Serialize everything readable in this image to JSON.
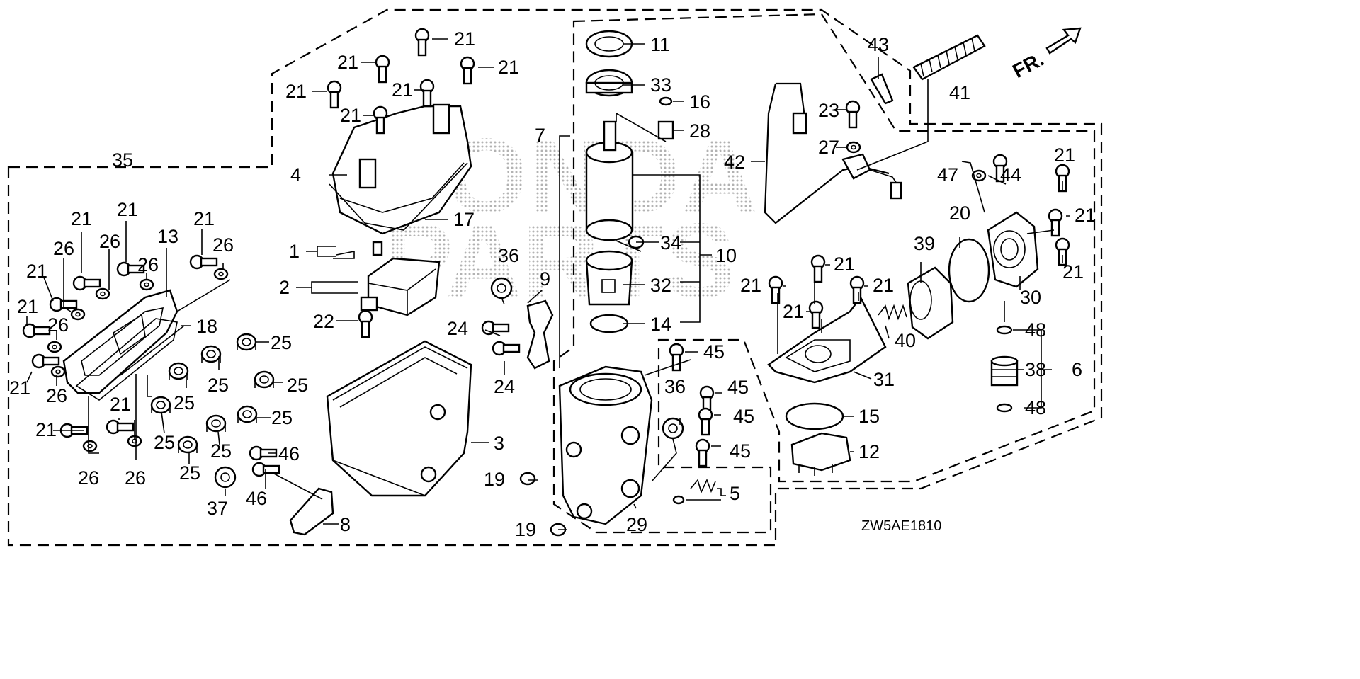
{
  "diagram_code": "ZW5AE1810",
  "direction_label": "FR.",
  "watermark_text": [
    "HONDA",
    "PARTS"
  ],
  "labels": [
    "1",
    "2",
    "3",
    "4",
    "5",
    "6",
    "7",
    "8",
    "9",
    "10",
    "11",
    "12",
    "13",
    "14",
    "15",
    "16",
    "17",
    "18",
    "19",
    "20",
    "21",
    "22",
    "23",
    "24",
    "25",
    "26",
    "27",
    "28",
    "29",
    "30",
    "31",
    "32",
    "33",
    "34",
    "35",
    "36",
    "37",
    "38",
    "39",
    "40",
    "41",
    "42",
    "43",
    "44",
    "45",
    "46",
    "47",
    "48"
  ],
  "colors": {
    "line": "#000000",
    "background": "#ffffff",
    "watermark": "#b8b8b8"
  }
}
